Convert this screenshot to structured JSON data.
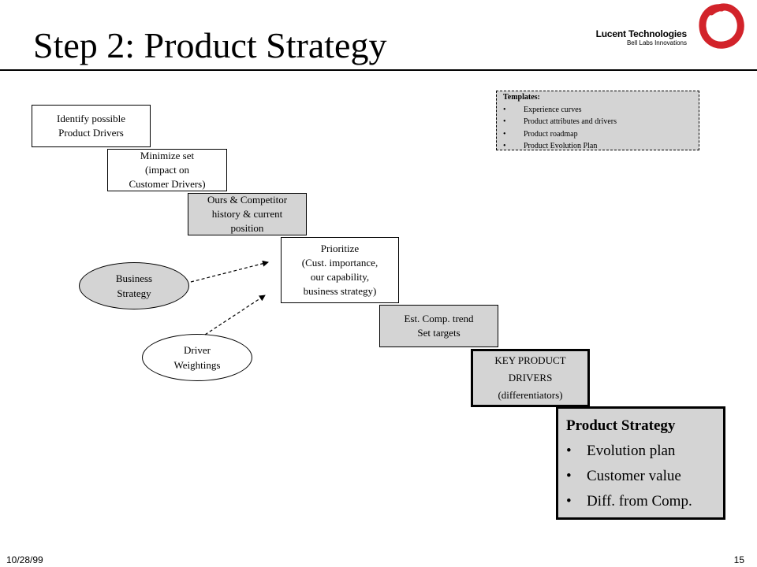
{
  "slide": {
    "title": "Step 2: Product Strategy",
    "logo": {
      "name": "Lucent Technologies",
      "subtitle": "Bell Labs Innovations",
      "brand_color": "#d2232a"
    },
    "templates": {
      "heading": "Templates:",
      "items": [
        "Experience curves",
        "Product attributes and drivers",
        "Product roadmap",
        "Product Evolution Plan"
      ]
    },
    "steps": [
      "Identify possible\nProduct Drivers",
      "Minimize set\n(impact on\nCustomer Drivers)",
      "Ours & Competitor\nhistory & current\nposition",
      "Prioritize\n(Cust. importance,\nour capability,\nbusiness strategy)",
      "Est. Comp. trend\nSet targets"
    ],
    "inputs": [
      "Business\nStrategy",
      "Driver\nWeightings"
    ],
    "key_drivers": [
      "KEY PRODUCT",
      "DRIVERS",
      "(differentiators)"
    ],
    "product_strategy": {
      "heading": "Product Strategy",
      "items": [
        "Evolution plan",
        "Customer value",
        "Diff. from Comp."
      ]
    },
    "bullet": "•",
    "footer": {
      "date": "10/28/99",
      "page": "15"
    },
    "colors": {
      "box_fill": "#d4d4d4",
      "border": "#000000",
      "background": "#ffffff"
    }
  }
}
